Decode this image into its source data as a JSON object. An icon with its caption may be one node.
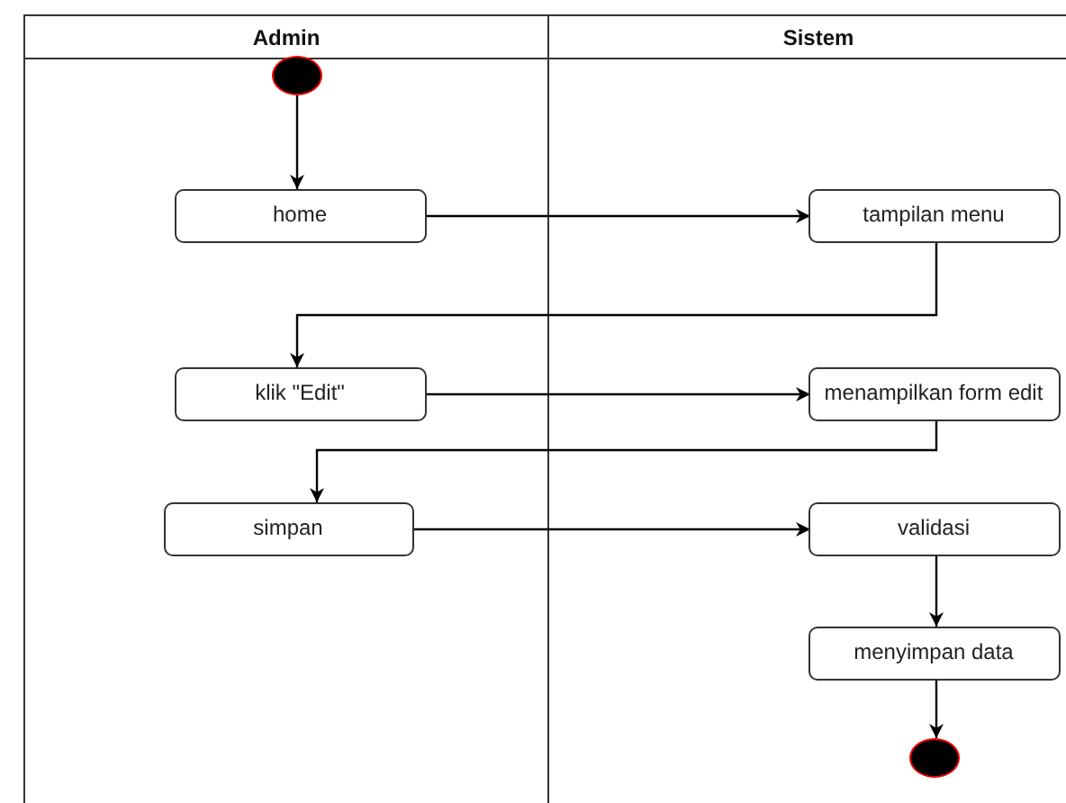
{
  "diagram": {
    "nodes": [
      {
        "text": [
          "Admin"
        ]
      },
      {
        "text": [
          "Sistem"
        ]
      },
      {
        "text": [],
        "shape": "circle",
        "in": 0
      },
      {
        "text": [
          "home"
        ],
        "in": 0
      },
      {
        "text": [
          "tampilan menu"
        ],
        "in": 1
      },
      {
        "text": [
          "klik \"Edit\""
        ],
        "in": 0
      },
      {
        "text": [
          "menampilkan form edit"
        ],
        "in": 1
      },
      {
        "text": [
          "simpan"
        ],
        "in": 0
      },
      {
        "text": [
          "validasi"
        ],
        "in": 1
      },
      {
        "text": [
          "menyimpan data"
        ],
        "in": 1
      },
      {
        "text": [],
        "shape": "circle",
        "in": 1
      }
    ],
    "edges": [
      {
        "from": 2,
        "to": 3,
        "arrow": "to"
      },
      {
        "from": 3,
        "to": 4,
        "arrow": "to"
      },
      {
        "from": 4,
        "to": 5,
        "arrow": "to"
      },
      {
        "from": 5,
        "to": 6,
        "arrow": "to"
      },
      {
        "from": 6,
        "to": 7,
        "arrow": "to"
      },
      {
        "from": 7,
        "to": 8,
        "arrow": "to"
      },
      {
        "from": 8,
        "to": 9,
        "arrow": "to"
      },
      {
        "from": 9,
        "to": 10,
        "arrow": "to"
      }
    ]
  }
}
